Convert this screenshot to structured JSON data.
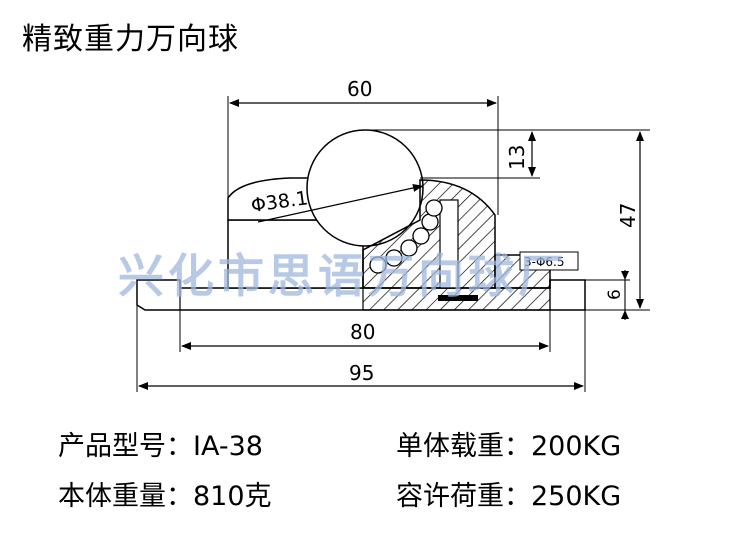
{
  "title": "精致重力万向球",
  "watermark": "兴化市思语万向球厂",
  "dimensions": {
    "width_top": "60",
    "ball_top": "13",
    "height_total": "47",
    "ball_diameter": "Φ38.1",
    "hole_spec": "3-Φ6.5",
    "flange_thickness": "6",
    "width_body": "80",
    "width_total": "95"
  },
  "specs": {
    "model_label": "产品型号：",
    "model_value": "IA-38",
    "load_label": "单体载重：",
    "load_value": "200KG",
    "weight_label": "本体重量：",
    "weight_value": "810克",
    "max_load_label": "容许荷重：",
    "max_load_value": "250KG"
  },
  "colors": {
    "line": "#000000",
    "watermark": "#9fb8dd"
  }
}
